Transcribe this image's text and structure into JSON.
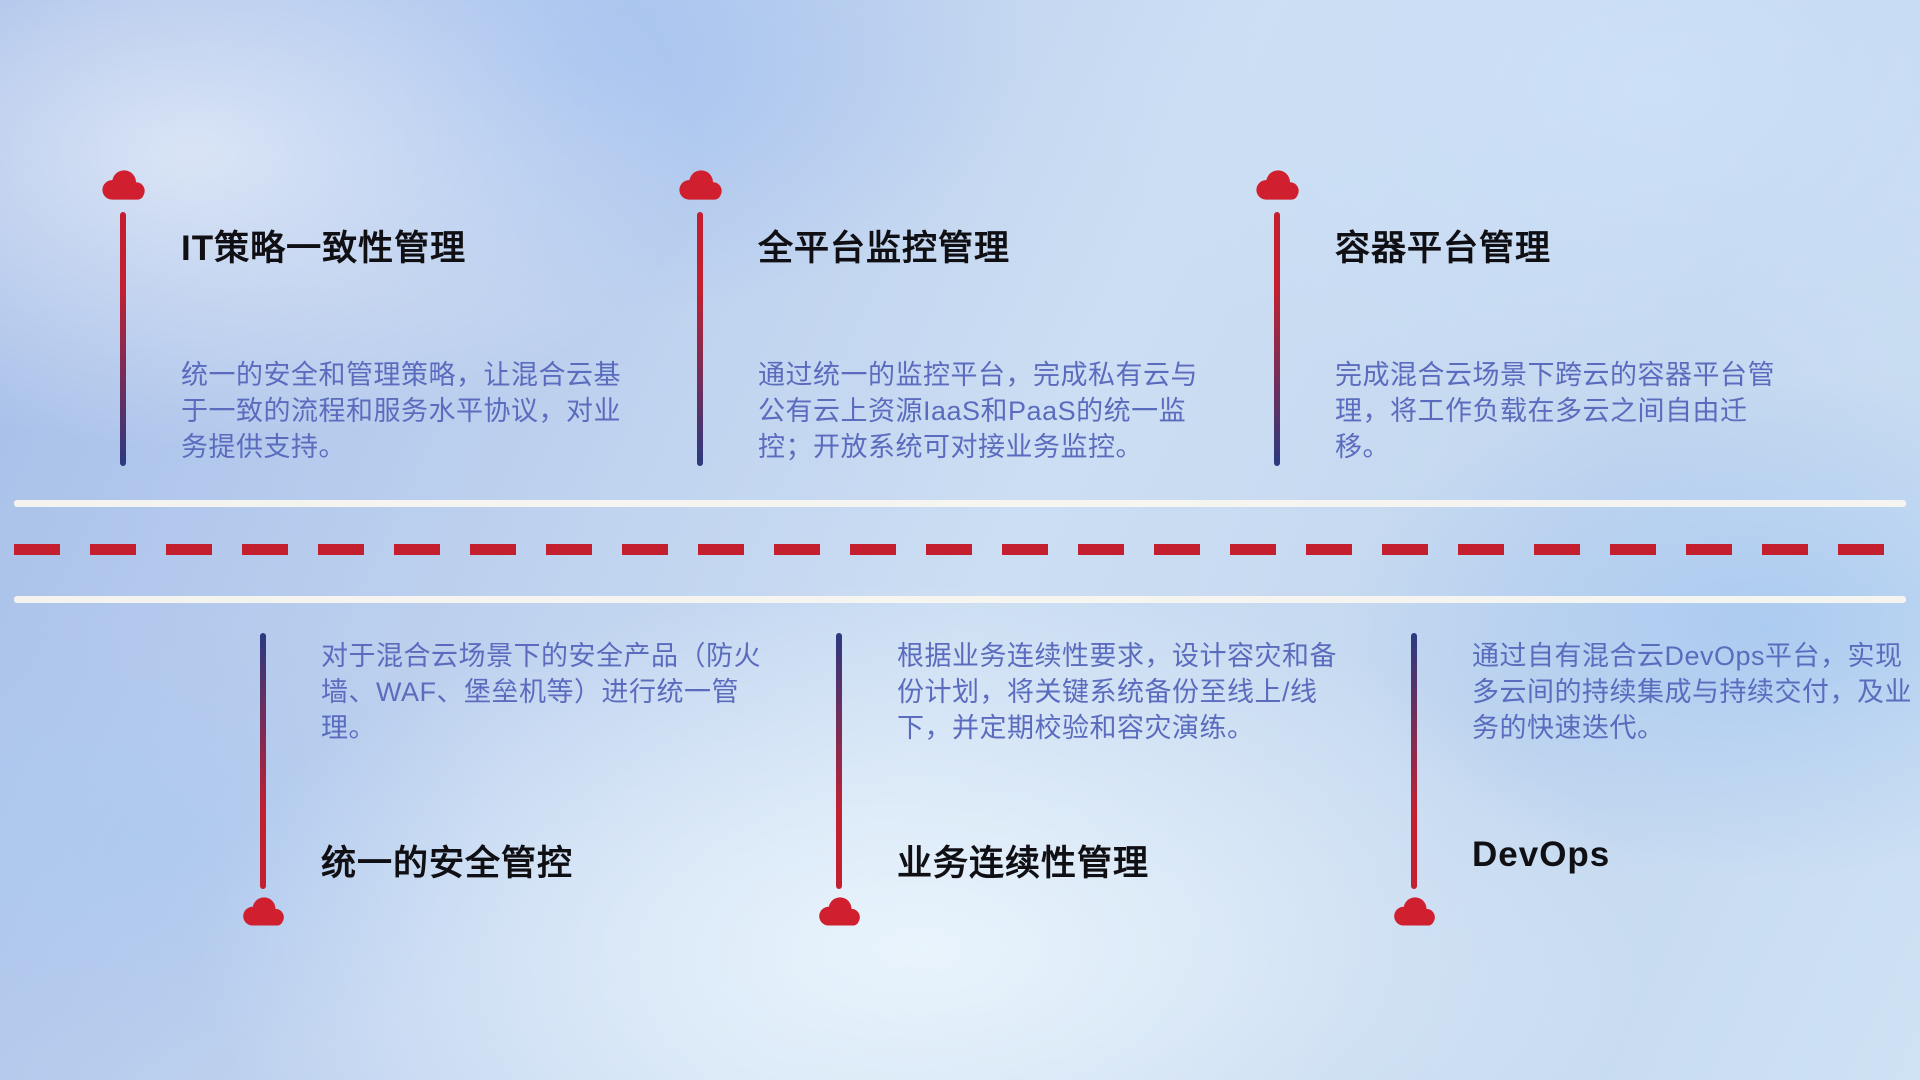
{
  "colors": {
    "cloud_red": "#d01f2e",
    "line_red": "#c22031",
    "line_navy": "#2a3a80",
    "dash_red": "#c41f2e",
    "road_white": "#f8f5ef",
    "title_text": "#101014",
    "description_text": "#5b6cbe"
  },
  "items_top": [
    {
      "title": "IT策略一致性管理",
      "description": "统一的安全和管理策略，让混合云基于一致的流程和服务水平协议，对业务提供支持。"
    },
    {
      "title": "全平台监控管理",
      "description": "通过统一的监控平台，完成私有云与公有云上资源IaaS和PaaS的统一监控；开放系统可对接业务监控。"
    },
    {
      "title": "容器平台管理",
      "description": "完成混合云场景下跨云的容器平台管理，将工作负载在多云之间自由迁移。"
    }
  ],
  "items_bottom": [
    {
      "title": "统一的安全管控",
      "description": "对于混合云场景下的安全产品（防火墙、WAF、堡垒机等）进行统一管理。"
    },
    {
      "title": "业务连续性管理",
      "description": "根据业务连续性要求，设计容灾和备份计划，将关键系统备份至线上/线下，并定期校验和容灾演练。"
    },
    {
      "title": "DevOps",
      "description": "通过自有混合云DevOps平台，实现多云间的持续集成与持续交付，及业务的快速迭代。"
    }
  ]
}
